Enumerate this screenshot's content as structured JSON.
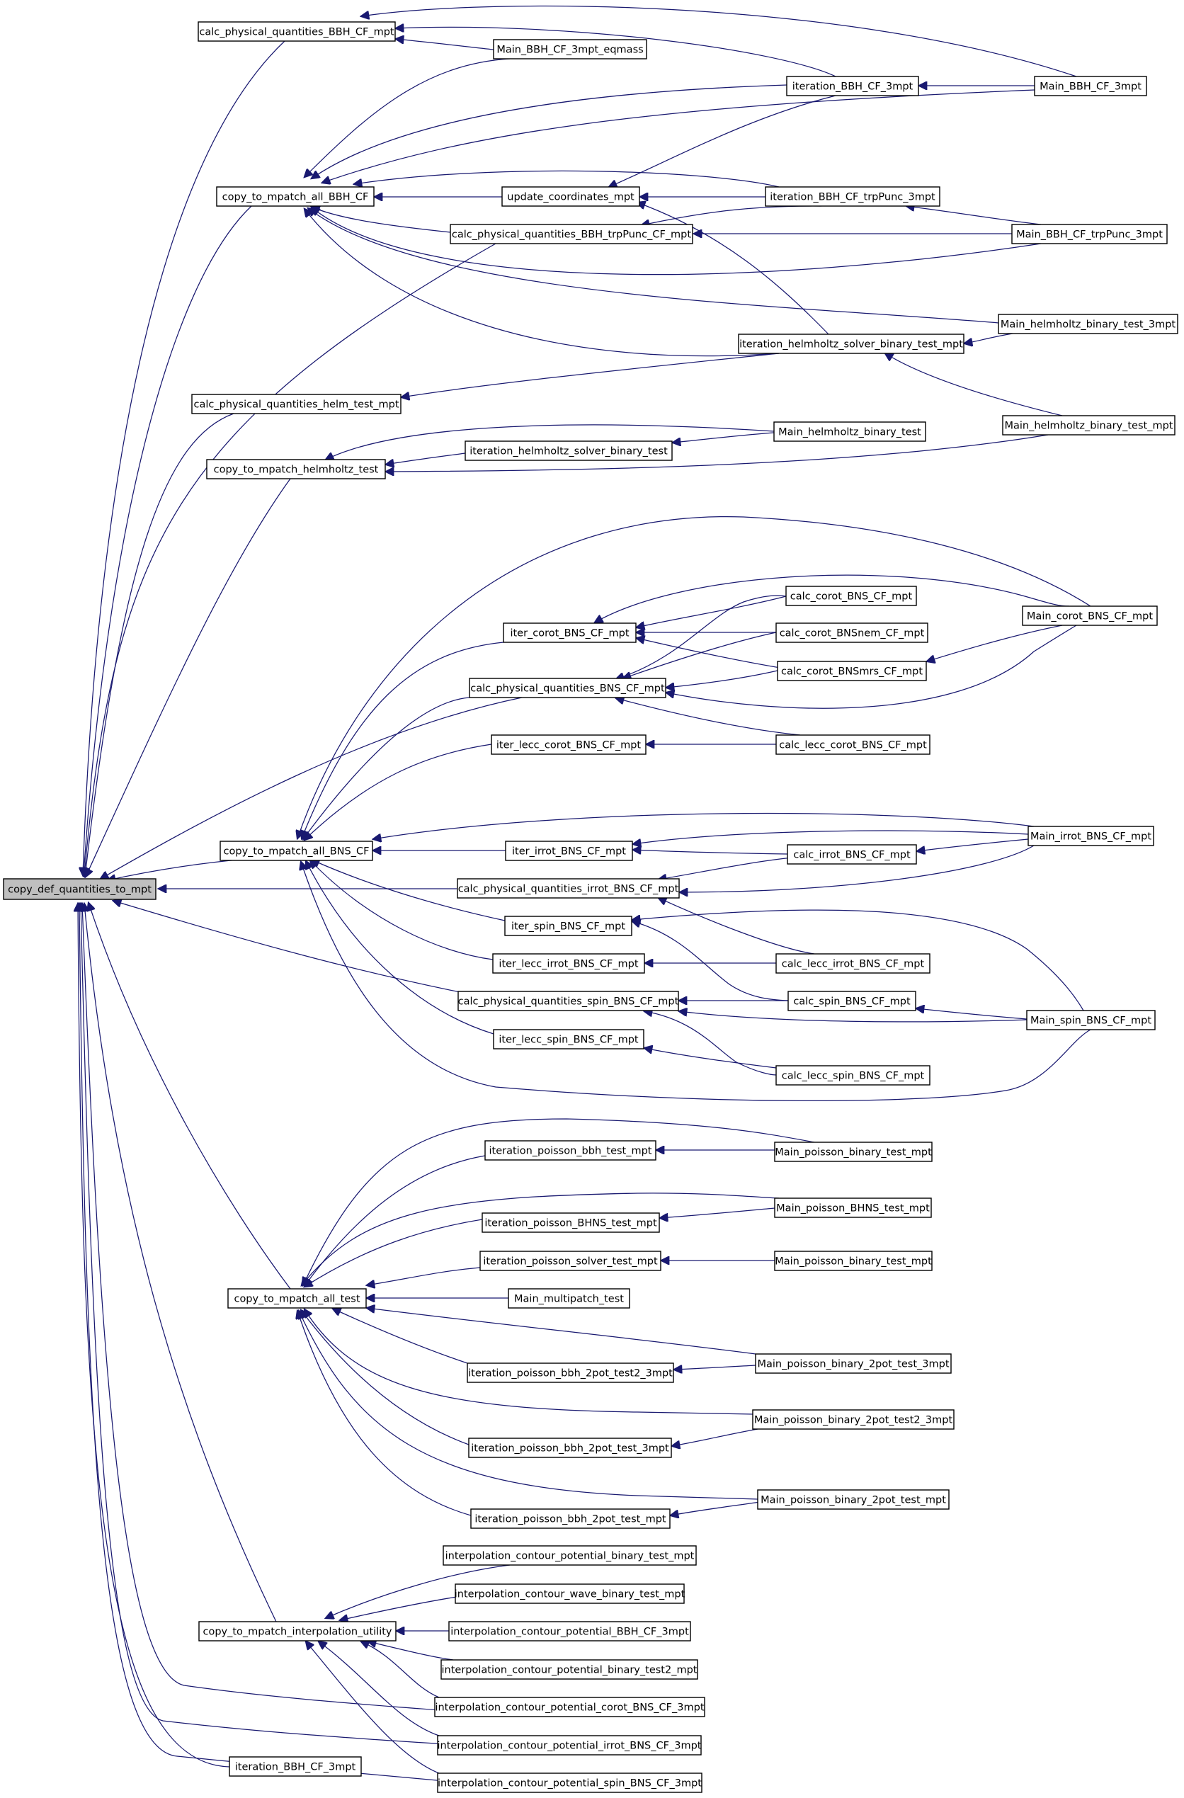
{
  "colors": {
    "edge": "#191970",
    "node_border": "#000000",
    "node_fill": "#ffffff",
    "root_fill": "#bfbfbf",
    "background": "#ffffff"
  },
  "nodes": [
    {
      "id": "root",
      "label": "copy_def_quantities_to_mpt",
      "root": true
    },
    {
      "id": "cpq_bbh",
      "label": "calc_physical_quantities_BBH_CF_mpt"
    },
    {
      "id": "main_eq",
      "label": "Main_BBH_CF_3mpt_eqmass"
    },
    {
      "id": "it_bbh3",
      "label": "iteration_BBH_CF_3mpt"
    },
    {
      "id": "main_bbh3",
      "label": "Main_BBH_CF_3mpt"
    },
    {
      "id": "cp_bbh",
      "label": "copy_to_mpatch_all_BBH_CF"
    },
    {
      "id": "upd",
      "label": "update_coordinates_mpt"
    },
    {
      "id": "it_trp",
      "label": "iteration_BBH_CF_trpPunc_3mpt"
    },
    {
      "id": "cpq_trp",
      "label": "calc_physical_quantities_BBH_trpPunc_CF_mpt"
    },
    {
      "id": "main_trp",
      "label": "Main_BBH_CF_trpPunc_3mpt"
    },
    {
      "id": "main_h3",
      "label": "Main_helmholtz_binary_test_3mpt"
    },
    {
      "id": "it_hsbt",
      "label": "iteration_helmholtz_solver_binary_test_mpt"
    },
    {
      "id": "cpq_helm",
      "label": "calc_physical_quantities_helm_test_mpt"
    },
    {
      "id": "main_htm",
      "label": "Main_helmholtz_binary_test_mpt"
    },
    {
      "id": "cp_helm",
      "label": "copy_to_mpatch_helmholtz_test"
    },
    {
      "id": "main_hbt",
      "label": "Main_helmholtz_binary_test"
    },
    {
      "id": "it_hsb",
      "label": "iteration_helmholtz_solver_binary_test"
    },
    {
      "id": "calc_corot",
      "label": "calc_corot_BNS_CF_mpt"
    },
    {
      "id": "iter_corot",
      "label": "iter_corot_BNS_CF_mpt"
    },
    {
      "id": "calc_nem",
      "label": "calc_corot_BNSnem_CF_mpt"
    },
    {
      "id": "main_corot",
      "label": "Main_corot_BNS_CF_mpt"
    },
    {
      "id": "calc_mrs",
      "label": "calc_corot_BNSmrs_CF_mpt"
    },
    {
      "id": "cpq_bns",
      "label": "calc_physical_quantities_BNS_CF_mpt"
    },
    {
      "id": "iter_lcorot",
      "label": "iter_lecc_corot_BNS_CF_mpt"
    },
    {
      "id": "calc_lcorot",
      "label": "calc_lecc_corot_BNS_CF_mpt"
    },
    {
      "id": "main_irrot",
      "label": "Main_irrot_BNS_CF_mpt"
    },
    {
      "id": "cp_bns",
      "label": "copy_to_mpatch_all_BNS_CF"
    },
    {
      "id": "iter_irrot",
      "label": "iter_irrot_BNS_CF_mpt"
    },
    {
      "id": "calc_irrot",
      "label": "calc_irrot_BNS_CF_mpt"
    },
    {
      "id": "cpq_irrot",
      "label": "calc_physical_quantities_irrot_BNS_CF_mpt"
    },
    {
      "id": "iter_spin",
      "label": "iter_spin_BNS_CF_mpt"
    },
    {
      "id": "iter_lirrot",
      "label": "iter_lecc_irrot_BNS_CF_mpt"
    },
    {
      "id": "calc_lirrot",
      "label": "calc_lecc_irrot_BNS_CF_mpt"
    },
    {
      "id": "cpq_spin",
      "label": "calc_physical_quantities_spin_BNS_CF_mpt"
    },
    {
      "id": "calc_spin",
      "label": "calc_spin_BNS_CF_mpt"
    },
    {
      "id": "main_spin",
      "label": "Main_spin_BNS_CF_mpt"
    },
    {
      "id": "iter_lspin",
      "label": "iter_lecc_spin_BNS_CF_mpt"
    },
    {
      "id": "calc_lspin",
      "label": "calc_lecc_spin_BNS_CF_mpt"
    },
    {
      "id": "it_pbbh",
      "label": "iteration_poisson_bbh_test_mpt"
    },
    {
      "id": "main_pbt1",
      "label": "Main_poisson_binary_test_mpt"
    },
    {
      "id": "main_pbhns",
      "label": "Main_poisson_BHNS_test_mpt"
    },
    {
      "id": "it_pbhns",
      "label": "iteration_poisson_BHNS_test_mpt"
    },
    {
      "id": "it_psolv",
      "label": "iteration_poisson_solver_test_mpt"
    },
    {
      "id": "main_pbt2",
      "label": "Main_poisson_binary_test_mpt"
    },
    {
      "id": "cp_test",
      "label": "copy_to_mpatch_all_test"
    },
    {
      "id": "main_mp",
      "label": "Main_multipatch_test"
    },
    {
      "id": "main_p2p3",
      "label": "Main_poisson_binary_2pot_test_3mpt"
    },
    {
      "id": "it_b2t2",
      "label": "iteration_poisson_bbh_2pot_test2_3mpt"
    },
    {
      "id": "main_p2t23",
      "label": "Main_poisson_binary_2pot_test2_3mpt"
    },
    {
      "id": "it_b2t3",
      "label": "iteration_poisson_bbh_2pot_test_3mpt"
    },
    {
      "id": "main_p2pm",
      "label": "Main_poisson_binary_2pot_test_mpt"
    },
    {
      "id": "it_b2tm",
      "label": "iteration_poisson_bbh_2pot_test_mpt"
    },
    {
      "id": "icp_bin",
      "label": "interpolation_contour_potential_binary_test_mpt"
    },
    {
      "id": "icw_bin",
      "label": "interpolation_contour_wave_binary_test_mpt"
    },
    {
      "id": "cp_interp",
      "label": "copy_to_mpatch_interpolation_utility"
    },
    {
      "id": "icp_bbh",
      "label": "interpolation_contour_potential_BBH_CF_3mpt"
    },
    {
      "id": "icp_bin2",
      "label": "interpolation_contour_potential_binary_test2_mpt"
    },
    {
      "id": "icp_corot",
      "label": "interpolation_contour_potential_corot_BNS_CF_3mpt"
    },
    {
      "id": "icp_irrot",
      "label": "interpolation_contour_potential_irrot_BNS_CF_3mpt"
    },
    {
      "id": "it_bbh3b",
      "label": "iteration_BBH_CF_3mpt"
    },
    {
      "id": "icp_spin",
      "label": "interpolation_contour_potential_spin_BNS_CF_3mpt"
    }
  ]
}
